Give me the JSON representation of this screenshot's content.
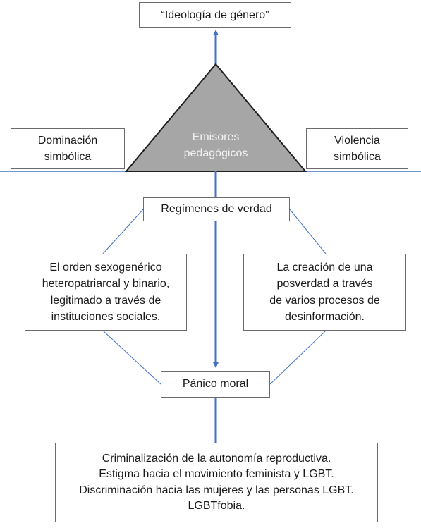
{
  "diagram": {
    "top_concept": "“Ideología de género”",
    "triangle_label": "Emisores\npedagógicos",
    "left_side": "Dominación\nsimbólica",
    "right_side": "Violencia\nsimbólica",
    "regimes": "Regímenes de verdad",
    "left_mechanism": "El orden sexogenérico\nheteropatriarcal y binario,\nlegitimado a través de\ninstituciones sociales.",
    "right_mechanism": "La creación de una\nposverdad a través\nde varios procesos de\ndesinformación.",
    "moral_panic": "Pánico moral",
    "consequences": "Criminalización de la autonomía reproductiva.\nEstigma hacia el movimiento feminista y LGBT.\nDiscriminación hacia las mujeres y las personas LGBT.\nLGBTfobia."
  },
  "colors": {
    "connector": "#4472c4",
    "triangle_fill": "#a6a6a6",
    "triangle_stroke": "#1f1f1f",
    "box_border": "#6b6b6b",
    "triangle_text": "#f2f2f2"
  }
}
